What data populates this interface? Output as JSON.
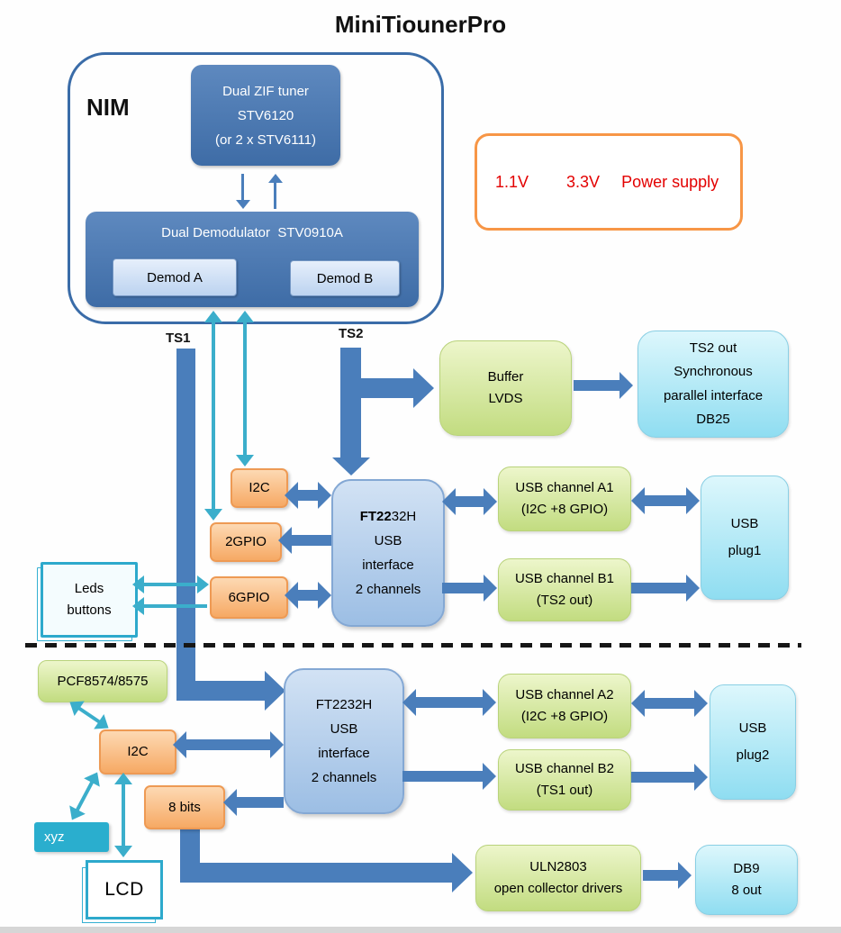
{
  "title": "MiniTiounerPro",
  "nim": {
    "label": "NIM",
    "tuner": {
      "line1": "Dual ZIF tuner",
      "line2": "STV6120",
      "line3": "(or 2 x STV6111)"
    },
    "demodulator": {
      "title": "Dual Demodulator  STV0910A",
      "demod_a": "Demod A",
      "demod_b": "Demod B"
    }
  },
  "power_supply": {
    "v1": "1.1V",
    "v2": "3.3V",
    "label": "Power supply"
  },
  "buses": {
    "ts1": "TS1",
    "ts2": "TS2"
  },
  "upper": {
    "buffer": {
      "line1": "Buffer",
      "line2": "LVDS"
    },
    "ts2_out": {
      "line1": "TS2 out",
      "line2": "Synchronous",
      "line3": "parallel interface",
      "line4": "DB25"
    },
    "i2c": "I2C",
    "gpio2": "2GPIO",
    "gpio6": "6GPIO",
    "leds": {
      "line1": "Leds",
      "line2": "buttons"
    },
    "ft2232h": {
      "part_bold": "FT22",
      "part_rest": "32H",
      "line2": "USB",
      "line3": "interface",
      "line4": "2 channels"
    },
    "usb_a1": {
      "line1": "USB channel A1",
      "line2": "(I2C +8 GPIO)"
    },
    "usb_b1": {
      "line1": "USB channel B1",
      "line2": "(TS2 out)"
    },
    "plug1": {
      "line1": "USB",
      "line2": "plug1"
    }
  },
  "lower": {
    "pcf": "PCF8574/8575",
    "i2c": "I2C",
    "ft2232h": {
      "line1": "FT2232H",
      "line2": "USB",
      "line3": "interface",
      "line4": "2 channels"
    },
    "usb_a2": {
      "line1": "USB channel A2",
      "line2": "(I2C +8 GPIO)"
    },
    "usb_b2": {
      "line1": "USB channel B2",
      "line2": "(TS1 out)"
    },
    "plug2": {
      "line1": "USB",
      "line2": "plug2"
    },
    "bits8": "8 bits",
    "xyz": "xyz",
    "lcd": "LCD",
    "uln": {
      "line1": "ULN2803",
      "line2": "open collector drivers"
    },
    "db9": {
      "line1": "DB9",
      "line2": "8 out"
    }
  },
  "colors": {
    "block_arrow": "#4A7EBB",
    "signal_arrow": "#3BAECB",
    "nim_border": "#3A6CA8",
    "module_blue": "#4574AE",
    "power_border": "#F79646",
    "power_text": "#E30000",
    "green_box": "#C2DC80",
    "cyan_box": "#8FDDF1",
    "orange_box": "#F6A964"
  },
  "connections": [
    {
      "from": "Dual ZIF tuner",
      "to": "Dual Demodulator",
      "type": "thin arrows up and down"
    },
    {
      "from": "Demodulator TS2",
      "to": "Buffer LVDS",
      "type": "thick bus branch"
    },
    {
      "from": "Demodulator TS2",
      "to": "FT2232H upper",
      "type": "thick bus"
    },
    {
      "from": "Buffer LVDS",
      "to": "TS2 out DB25",
      "type": "arrow"
    },
    {
      "from": "Demodulator",
      "to": "2GPIO",
      "type": "signal bidirectional"
    },
    {
      "from": "Demodulator",
      "to": "I2C upper",
      "type": "signal bidirectional"
    },
    {
      "from": "I2C upper",
      "to": "FT2232H upper",
      "type": "bidirectional"
    },
    {
      "from": "FT2232H upper",
      "to": "2GPIO",
      "type": "arrow"
    },
    {
      "from": "6GPIO",
      "to": "FT2232H upper",
      "type": "bidirectional"
    },
    {
      "from": "Leds buttons",
      "to": "6GPIO",
      "type": "signal bidirectional x2"
    },
    {
      "from": "FT2232H upper",
      "to": "USB channel A1",
      "type": "bidirectional"
    },
    {
      "from": "FT2232H upper",
      "to": "USB channel B1",
      "type": "arrow"
    },
    {
      "from": "USB channel A1",
      "to": "USB plug1",
      "type": "bidirectional"
    },
    {
      "from": "USB channel B1",
      "to": "USB plug1",
      "type": "arrow"
    },
    {
      "from": "Demodulator TS1",
      "to": "FT2232H lower",
      "type": "thick bus"
    },
    {
      "from": "PCF8574/8575",
      "to": "I2C lower",
      "type": "signal bidirectional"
    },
    {
      "from": "I2C lower",
      "to": "FT2232H lower",
      "type": "bidirectional"
    },
    {
      "from": "I2C lower",
      "to": "xyz",
      "type": "signal bidirectional"
    },
    {
      "from": "I2C lower",
      "to": "LCD",
      "type": "signal bidirectional"
    },
    {
      "from": "FT2232H lower",
      "to": "USB channel A2",
      "type": "bidirectional"
    },
    {
      "from": "FT2232H lower",
      "to": "USB channel B2",
      "type": "arrow"
    },
    {
      "from": "USB channel A2",
      "to": "USB plug2",
      "type": "bidirectional"
    },
    {
      "from": "USB channel B2",
      "to": "USB plug2",
      "type": "arrow"
    },
    {
      "from": "FT2232H lower",
      "to": "8 bits",
      "type": "arrow"
    },
    {
      "from": "8 bits",
      "to": "ULN2803",
      "type": "thick bus"
    },
    {
      "from": "ULN2803",
      "to": "DB9 8 out",
      "type": "arrow"
    }
  ]
}
